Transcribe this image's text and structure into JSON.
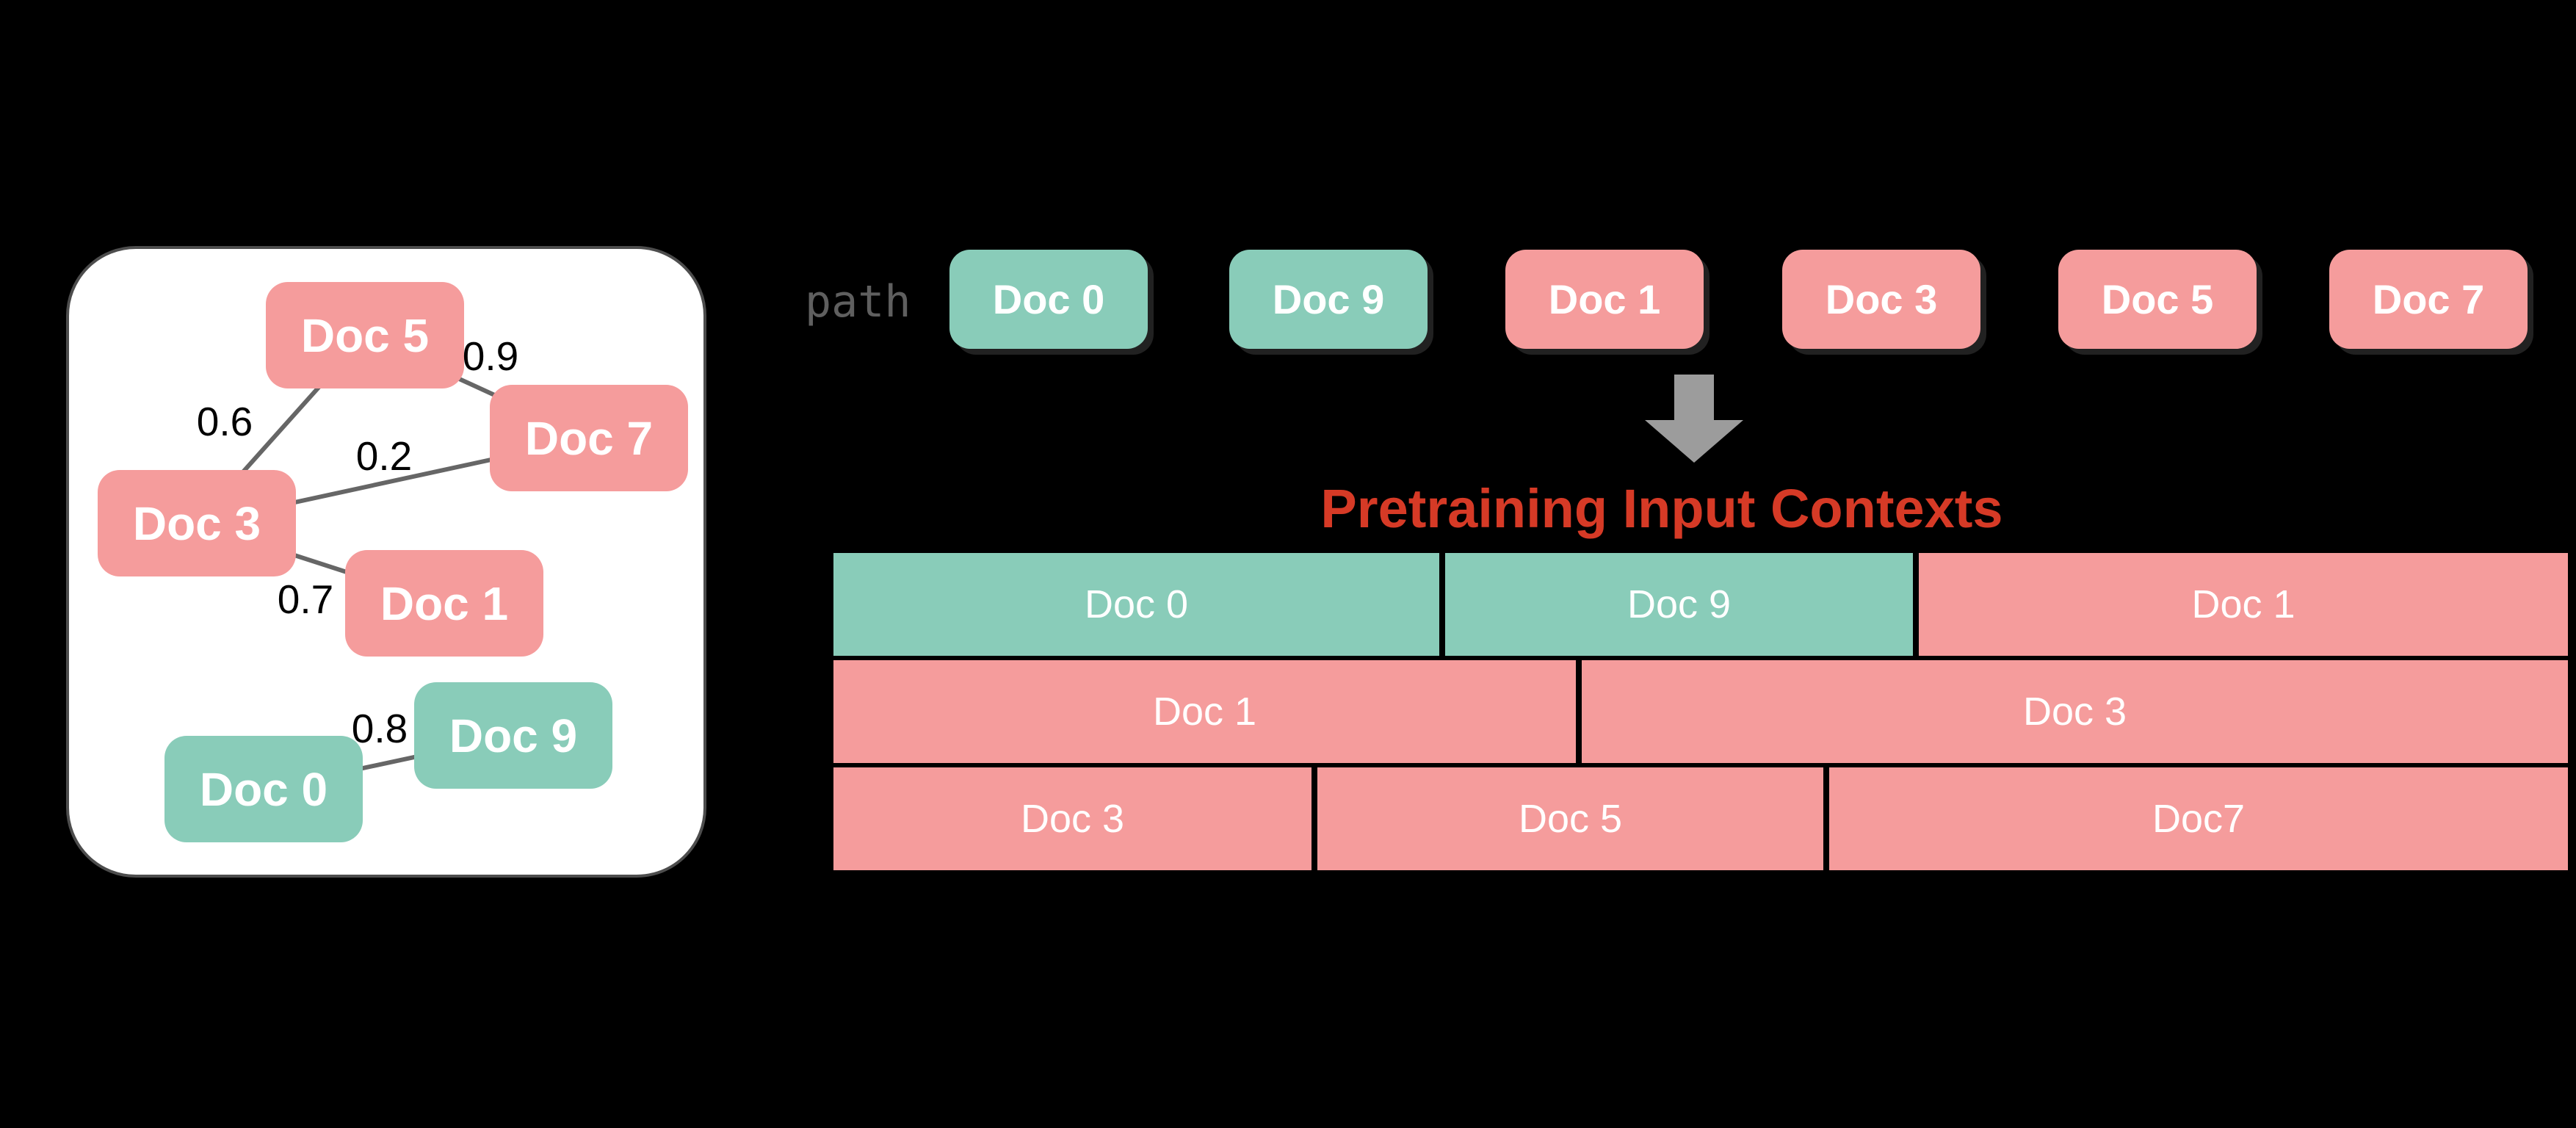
{
  "colors": {
    "background": "#000000",
    "card_bg": "#FFFFFF",
    "teal": "#89CCB9",
    "pink": "#F59C9C",
    "edge_gray": "#666666",
    "arrow_gray": "#9C9C9C",
    "path_label_gray": "#5F5F5F",
    "title_red": "#D63A26",
    "node_text": "#FFFFFF"
  },
  "graph": {
    "nodes": [
      {
        "id": "doc5",
        "label": "Doc 5",
        "color": "pink"
      },
      {
        "id": "doc7",
        "label": "Doc 7",
        "color": "pink"
      },
      {
        "id": "doc3",
        "label": "Doc 3",
        "color": "pink"
      },
      {
        "id": "doc1",
        "label": "Doc 1",
        "color": "pink"
      },
      {
        "id": "doc9",
        "label": "Doc 9",
        "color": "teal"
      },
      {
        "id": "doc0",
        "label": "Doc 0",
        "color": "teal"
      }
    ],
    "edges": [
      {
        "source": "Doc 5",
        "target": "Doc 7",
        "weight": "0.9"
      },
      {
        "source": "Doc 5",
        "target": "Doc 3",
        "weight": "0.6"
      },
      {
        "source": "Doc 3",
        "target": "Doc 7",
        "weight": "0.2"
      },
      {
        "source": "Doc 3",
        "target": "Doc 1",
        "weight": "0.7"
      },
      {
        "source": "Doc 0",
        "target": "Doc 9",
        "weight": "0.8"
      }
    ]
  },
  "path_row": {
    "label": "path",
    "docs": [
      {
        "label": "Doc 0",
        "color": "teal"
      },
      {
        "label": "Doc 9",
        "color": "teal"
      },
      {
        "label": "Doc 1",
        "color": "pink"
      },
      {
        "label": "Doc 3",
        "color": "pink"
      },
      {
        "label": "Doc 5",
        "color": "pink"
      },
      {
        "label": "Doc 7",
        "color": "pink"
      }
    ]
  },
  "contexts": {
    "title": "Pretraining Input Contexts",
    "rows": [
      {
        "segments": [
          {
            "label": "Doc 0",
            "color": "teal"
          },
          {
            "label": "Doc 9",
            "color": "teal"
          },
          {
            "label": "Doc 1",
            "color": "pink"
          }
        ]
      },
      {
        "segments": [
          {
            "label": "Doc 1",
            "color": "pink"
          },
          {
            "label": "Doc 3",
            "color": "pink"
          }
        ]
      },
      {
        "segments": [
          {
            "label": "Doc 3",
            "color": "pink"
          },
          {
            "label": "Doc 5",
            "color": "pink"
          },
          {
            "label": "Doc7",
            "color": "pink"
          }
        ]
      }
    ]
  }
}
